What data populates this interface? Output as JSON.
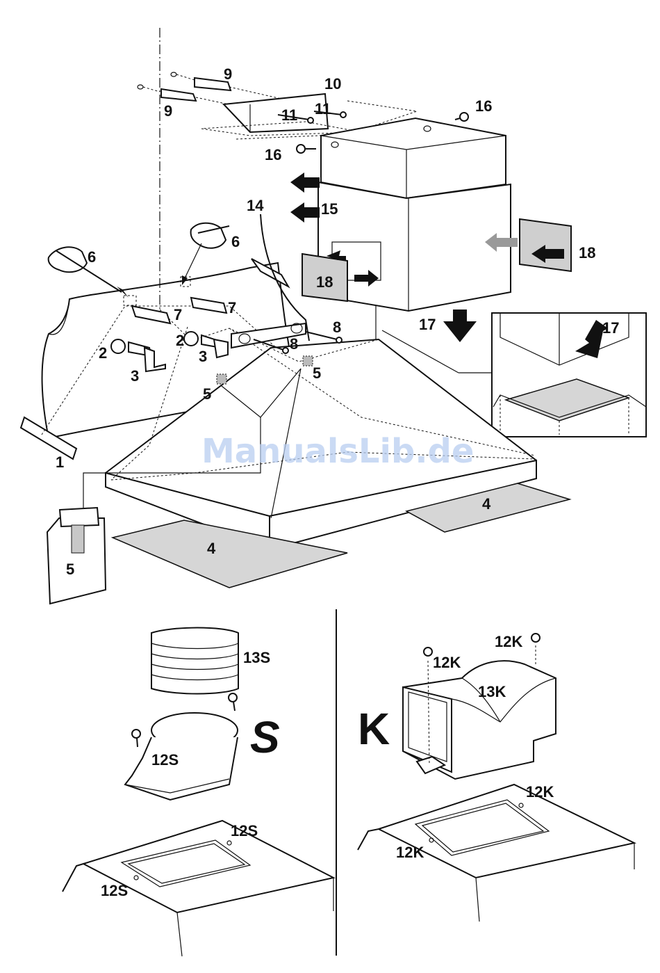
{
  "labels": {
    "l1": "1",
    "l2a": "2",
    "l2b": "2",
    "l3a": "3",
    "l3b": "3",
    "l4a": "4",
    "l4b": "4",
    "l5a": "5",
    "l5b": "5",
    "l5c": "5",
    "l6a": "6",
    "l6b": "6",
    "l7a": "7",
    "l7b": "7",
    "l8a": "8",
    "l8b": "8",
    "l9a": "9",
    "l9b": "9",
    "l10": "10",
    "l11a": "11",
    "l11b": "11",
    "l14": "14",
    "l15": "15",
    "l16a": "16",
    "l16b": "16",
    "l17a": "17",
    "l17b": "17",
    "l18a": "18",
    "l18b": "18",
    "l13s": "13S",
    "l12s1": "12S",
    "l12s2": "12S",
    "l12s3": "12S",
    "ls": "S",
    "l12k1": "12K",
    "l12k2": "12K",
    "l12k3": "12K",
    "l12k4": "12K",
    "l13k": "13K",
    "lk": "K"
  },
  "watermark": "ManualsLib.de"
}
